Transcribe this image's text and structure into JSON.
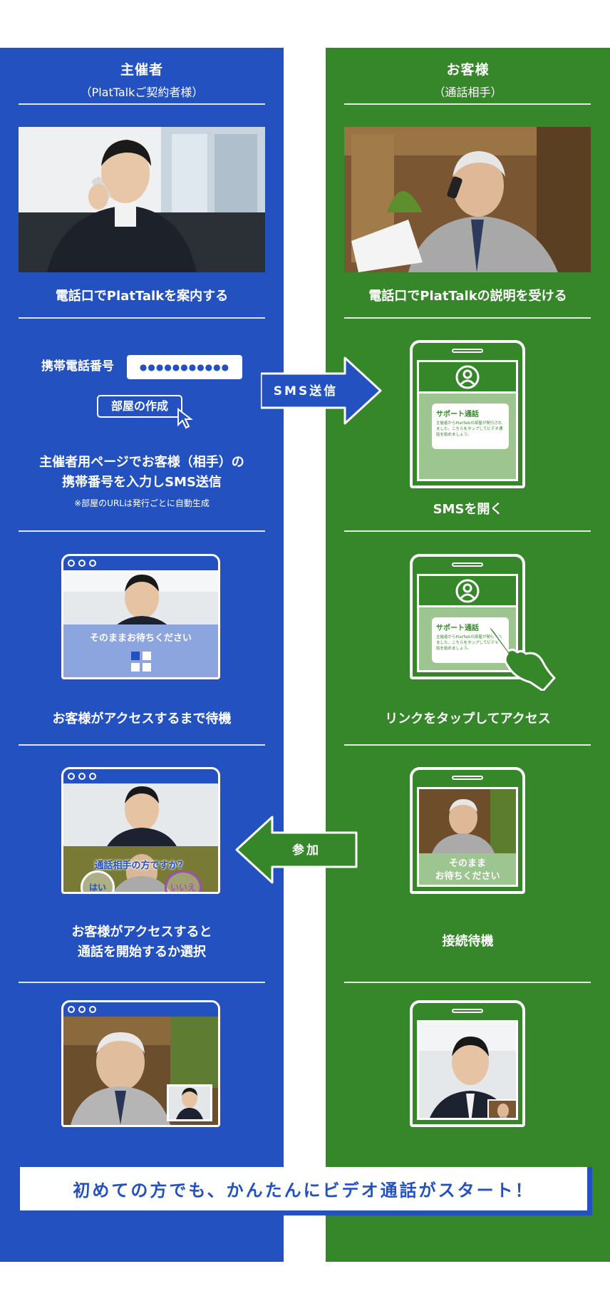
{
  "colors": {
    "left_bg": "#2352c0",
    "right_bg": "#36862a",
    "light_blue": "#8da5de",
    "light_green": "#9cc590",
    "white": "#ffffff"
  },
  "left": {
    "title": "主催者",
    "subtitle": "（PlatTalkご契約者様）",
    "step1_caption": "電話口でPlatTalkを案内する",
    "phone_label": "携帯電話番号",
    "phone_masked": "●●●●●●●●●●●",
    "create_room_button": "部屋の作成",
    "step2_caption_line1": "主催者用ページでお客様（相手）の",
    "step2_caption_line2": "携帯番号を入力しSMS送信",
    "step2_note": "※部屋のURLは発行ごとに自動生成",
    "waiting_overlay": "そのままお待ちください",
    "step3_caption": "お客様がアクセスするまで待機",
    "question_overlay": "通話相手の方ですか？",
    "yes_label": "はい",
    "no_label": "いいえ",
    "step4_caption_line1": "お客様がアクセスすると",
    "step4_caption_line2": "通話を開始するか選択"
  },
  "right": {
    "title": "お客様",
    "subtitle": "（通話相手）",
    "step1_caption": "電話口でPlatTalkの説明を受ける",
    "sms_title": "サポート通話",
    "sms_body": "主催者からPlatTalkの部屋が発行されました。こちらをタップしてビデオ通話を始めましょう。",
    "step2_caption": "SMSを開く",
    "step3_caption": "リンクをタップしてアクセス",
    "waiting_line1": "そのまま",
    "waiting_line2": "お待ちください",
    "step4_caption": "接続待機"
  },
  "arrows": {
    "sms_send": "SMS送信",
    "join": "参加"
  },
  "banner": "初めての方でも、かんたんにビデオ通話がスタート！"
}
